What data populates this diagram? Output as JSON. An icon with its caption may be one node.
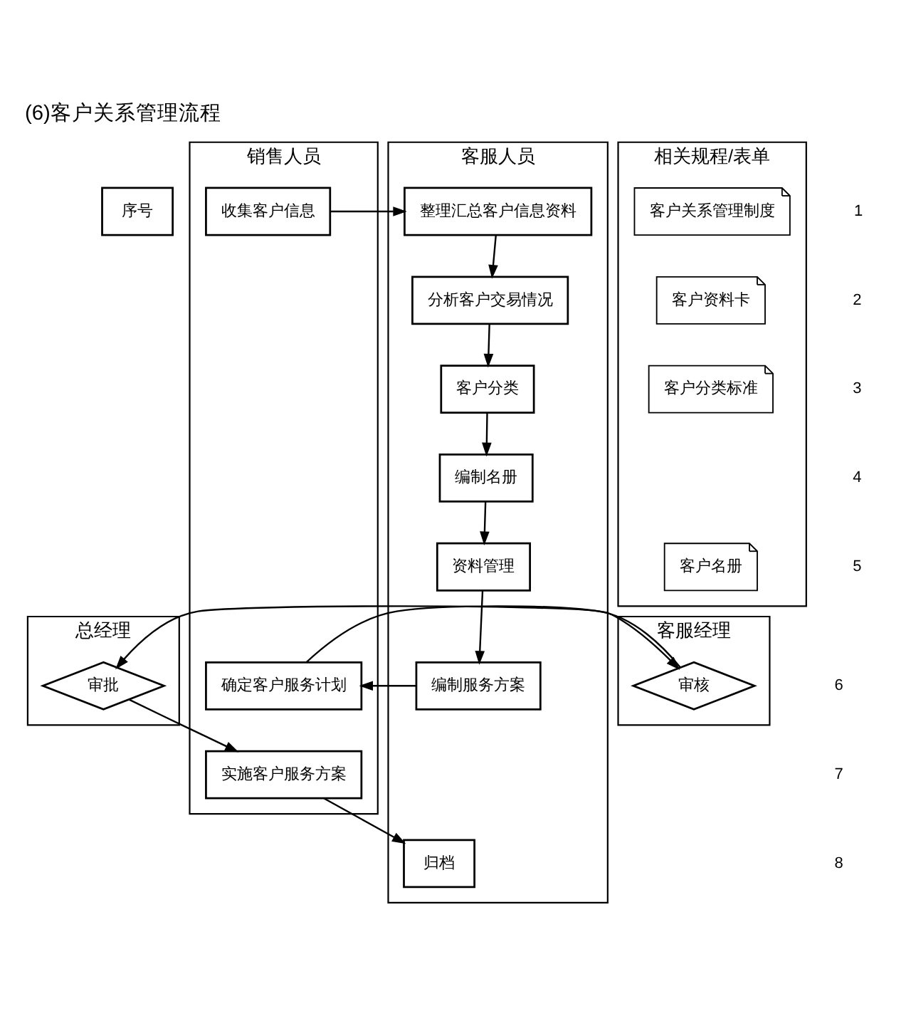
{
  "diagram": {
    "title": "(6)客户关系管理流程",
    "nodes": [
      {
        "text": [
          "序号"
        ]
      },
      {
        "text": [
          "总经理"
        ]
      },
      {
        "text": [
          "客服经理"
        ]
      },
      {
        "text": [
          "销售人员"
        ]
      },
      {
        "text": [
          "客服人员"
        ]
      },
      {
        "text": [
          "相关规程/表单"
        ]
      },
      {
        "text": [
          "收集客户信息"
        ],
        "in": 3
      },
      {
        "text": [
          "整理汇总客户信息资料"
        ],
        "in": 4
      },
      {
        "text": [
          "分析客户交易情况"
        ],
        "in": 4
      },
      {
        "text": [
          "客户分类"
        ],
        "in": 4
      },
      {
        "text": [
          "编制名册"
        ],
        "in": 4
      },
      {
        "text": [
          "资料管理"
        ],
        "in": 4
      },
      {
        "text": [
          "编制服务方案"
        ],
        "in": 4
      },
      {
        "text": [
          "确定客户服务计划"
        ],
        "in": 3
      },
      {
        "text": [
          "审核"
        ],
        "in": 2
      },
      {
        "text": [
          "审批"
        ],
        "in": 1
      },
      {
        "text": [
          "实施客户服务方案"
        ],
        "in": 3
      },
      {
        "text": [
          "归档"
        ],
        "in": 4
      },
      {
        "text": [
          "客户关系管理制度"
        ],
        "in": 5
      },
      {
        "text": [
          "客户资料卡"
        ],
        "in": 5
      },
      {
        "text": [
          "客户分类标准"
        ],
        "in": 5
      },
      {
        "text": [
          "客户名册"
        ],
        "in": 5
      }
    ],
    "edges": [
      {
        "from": 6,
        "to": 7,
        "arrow": "to"
      },
      {
        "from": 7,
        "to": 8,
        "arrow": "to"
      },
      {
        "from": 8,
        "to": 9,
        "arrow": "to"
      },
      {
        "from": 9,
        "to": 10,
        "arrow": "to"
      },
      {
        "from": 10,
        "to": 11,
        "arrow": "to"
      },
      {
        "from": 11,
        "to": 12,
        "arrow": "to"
      },
      {
        "from": 12,
        "to": 13,
        "arrow": "to"
      },
      {
        "from": 13,
        "to": 14,
        "arrow": "to"
      },
      {
        "from": 14,
        "to": 15,
        "arrow": "to"
      },
      {
        "from": 15,
        "to": 16,
        "arrow": "to"
      },
      {
        "from": 16,
        "to": 17,
        "arrow": "to"
      }
    ],
    "labels": [
      "1",
      "2",
      "3",
      "4",
      "5",
      "6",
      "7",
      "8"
    ]
  }
}
